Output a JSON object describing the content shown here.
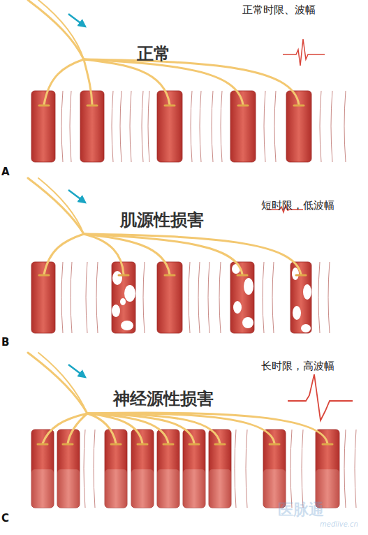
{
  "diagram": {
    "labels": [
      "正常",
      "正常时限、波幅",
      "A",
      "肌源性损害",
      "短时限，低波幅",
      "B",
      "神经源性损害",
      "长时限，高波幅",
      "C",
      "医脉通",
      "medlive.cn"
    ]
  }
}
